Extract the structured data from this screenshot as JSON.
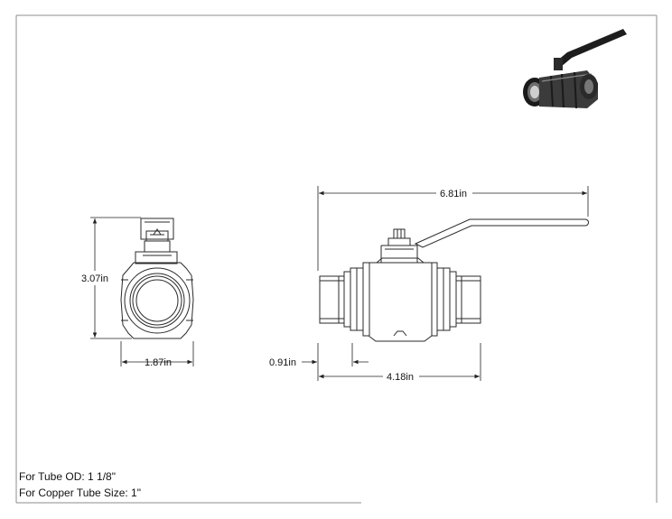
{
  "dimensions": {
    "side_height": "3.07in",
    "side_width": "1.87in",
    "overall_length": "6.81in",
    "end_length": "0.91in",
    "body_length": "4.18in"
  },
  "notes": {
    "tube_od": "For Tube OD: 1 1/8\"",
    "copper_size": "For Copper Tube Size: 1\""
  },
  "colors": {
    "line": "#2a2a2a",
    "frame": "#8c8c8c",
    "render_body": "#3b3b3b"
  }
}
